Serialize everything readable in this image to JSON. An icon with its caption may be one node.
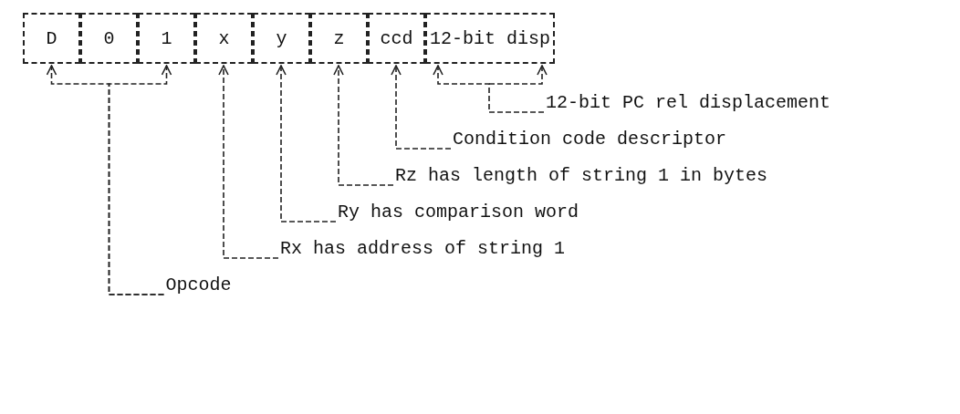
{
  "diagram": {
    "nodes": [
      {
        "text": [
          "D"
        ]
      },
      {
        "text": [
          "0"
        ]
      },
      {
        "text": [
          "1"
        ]
      },
      {
        "text": [
          "x"
        ]
      },
      {
        "text": [
          "y"
        ]
      },
      {
        "text": [
          "z"
        ]
      },
      {
        "text": [
          "ccd"
        ]
      },
      {
        "text": [
          "12-bit disp"
        ]
      },
      {
        "text": [
          "12-bit PC rel displacement"
        ]
      },
      {
        "text": [
          "Condition code descriptor"
        ]
      },
      {
        "text": [
          "Rz has length of string 1 in bytes"
        ]
      },
      {
        "text": [
          "Ry has comparison word"
        ]
      },
      {
        "text": [
          "Rx has address of string 1"
        ]
      },
      {
        "text": [
          "Opcode"
        ]
      }
    ],
    "edges": [
      {
        "from": 8,
        "to": 7,
        "arrow": "to"
      },
      {
        "from": 9,
        "to": 6,
        "arrow": "to"
      },
      {
        "from": 10,
        "to": 5,
        "arrow": "to"
      },
      {
        "from": 11,
        "to": 4,
        "arrow": "to"
      },
      {
        "from": 12,
        "to": 3,
        "arrow": "to"
      },
      {
        "from": 13,
        "to": 0,
        "arrow": "to"
      },
      {
        "from": 13,
        "to": 2,
        "arrow": "to"
      }
    ]
  }
}
